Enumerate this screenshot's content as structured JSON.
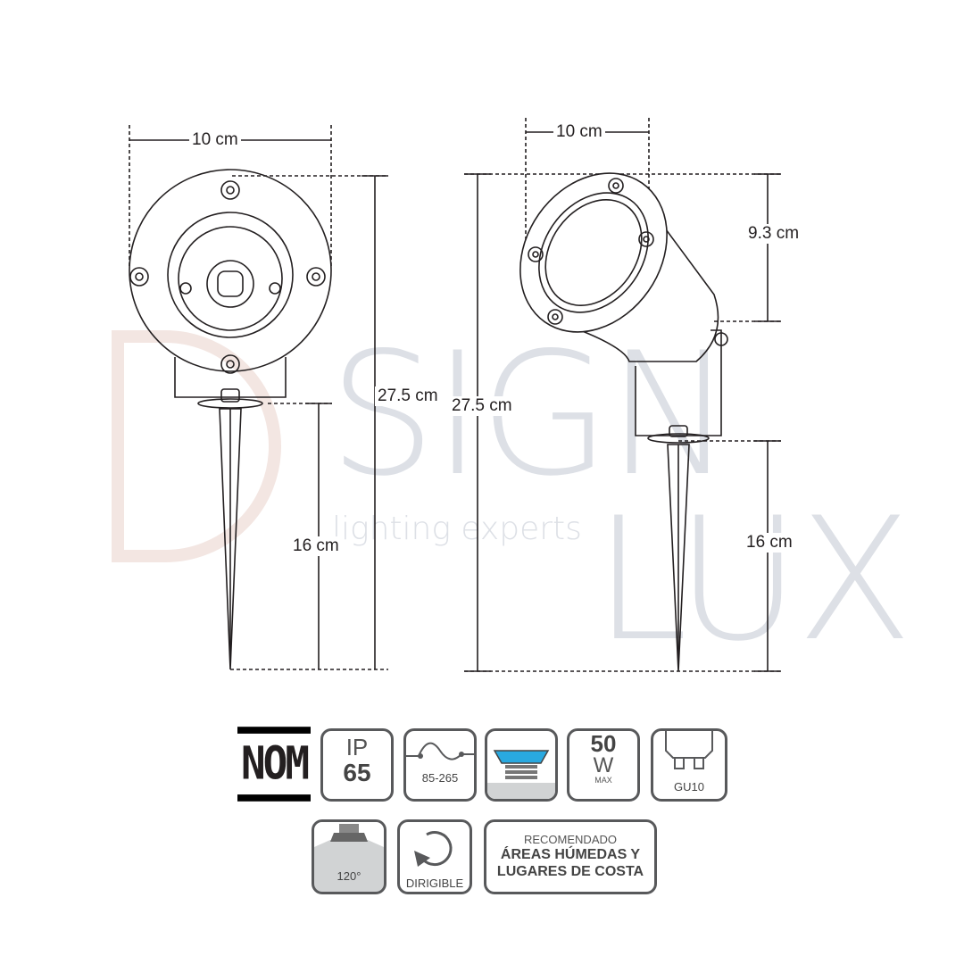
{
  "watermark": {
    "brand_top": "SIGN",
    "brand_bottom": "LUX",
    "tagline": "lighting experts"
  },
  "front_view": {
    "width": "10 cm",
    "total_height": "27.5 cm",
    "spike_height": "16 cm"
  },
  "side_view": {
    "width": "10 cm",
    "head_height": "9.3 cm",
    "total_height": "27.5 cm",
    "spike_height": "16 cm"
  },
  "badges": {
    "nom": "NOM",
    "ip_label": "IP",
    "ip_value": "65",
    "voltage": "85-265",
    "watts_value": "50",
    "watts_unit": "W",
    "watts_max": "MAX",
    "socket": "GU10",
    "angle": "120°",
    "adjustable": "DIRIGIBLE",
    "recommended_title": "RECOMENDADO",
    "recommended_line1": "ÁREAS HÚMEDAS Y",
    "recommended_line2": "LUGARES DE COSTA"
  },
  "colors": {
    "lens_blue": "#29a9e0",
    "outline": "#58595b",
    "fill_gray": "#d1d3d4"
  }
}
